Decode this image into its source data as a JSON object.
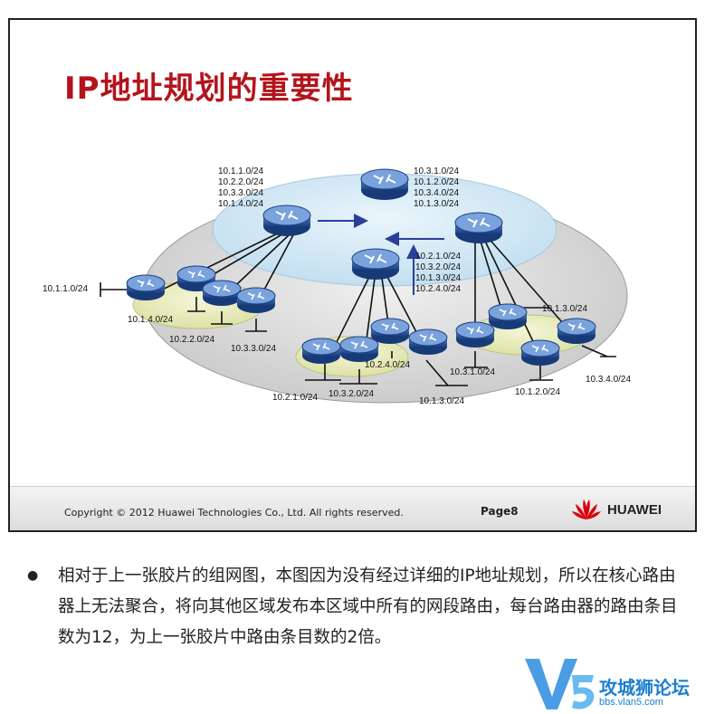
{
  "slide": {
    "title": "IP地址规划的重要性",
    "copyright": "Copyright © 2012 Huawei Technologies Co., Ltd. All rights reserved.",
    "page": "Page8",
    "brand": "HUAWEI"
  },
  "diagram": {
    "labels": {
      "core_left_routes": [
        "10.1.1.0/24",
        "10.2.2.0/24",
        "10.3.3.0/24",
        "10.1.4.0/24"
      ],
      "core_top_routes": [
        "10.3.1.0/24",
        "10.1.2.0/24",
        "10.3.4.0/24",
        "10.1.3.0/24"
      ],
      "core_center_routes": [
        "10.2.1.0/24",
        "10.3.2.0/24",
        "10.1.3.0/24",
        "10.2.4.0/24"
      ],
      "left_net_1": "10.1.1.0/24",
      "left_net_2": "10.1.4.0/24",
      "left_net_3": "10.2.2.0/24",
      "left_net_4": "10.3.3.0/24",
      "mid_net_1": "10.2.4.0/24",
      "mid_net_2": "10.2.1.0/24",
      "mid_net_3": "10.3.2.0/24",
      "mid_net_4": "10.1.3.0/24",
      "right_net_1": "10.1.3.0/24",
      "right_net_2": "10.3.1.0/24",
      "right_net_3": "10.1.2.0/24",
      "right_net_4": "10.3.4.0/24"
    }
  },
  "bullet": {
    "text": "相对于上一张胶片的组网图，本图因为没有经过详细的IP地址规划，所以在核心路由器上无法聚合，将向其他区域发布本区域中所有的网段路由，每台路由器的路由条目数为12，为上一张胶片中路由条目数的2倍。"
  },
  "watermark": {
    "title": "攻城狮论坛",
    "url": "bbs.vlan5.com"
  },
  "colors": {
    "title": "#b3141c",
    "router": "#1f4f9a",
    "watermark": "#1c7fd0"
  }
}
